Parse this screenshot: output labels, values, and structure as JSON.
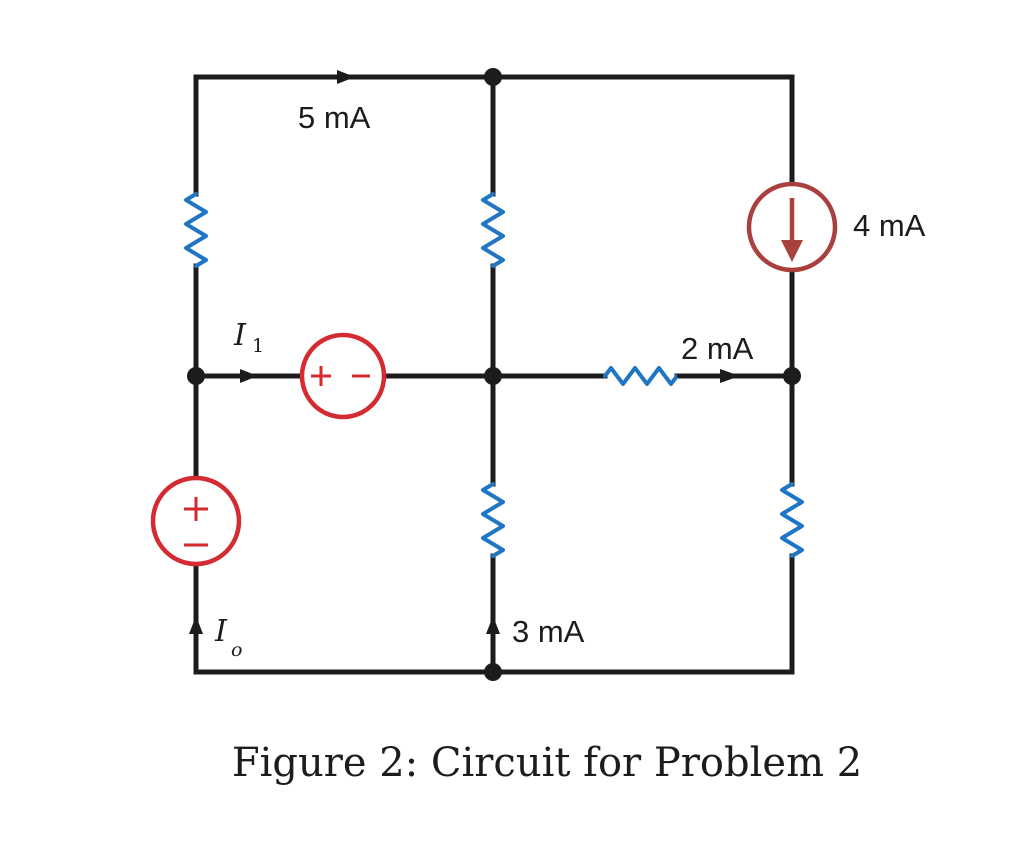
{
  "diagram": {
    "labels": {
      "top_current": "5 mA",
      "current_source": "4 mA",
      "middle_right_current": "2 mA",
      "bottom_middle_current": "3 mA",
      "i1_symbol": "I",
      "i1_subscript": "1",
      "io_symbol": "I",
      "io_subscript": "o"
    },
    "colors": {
      "wire": "#1c1c1c",
      "resistor": "#1f77c4",
      "voltage_source": "#d42a32",
      "current_source": "#a8403e"
    }
  },
  "caption": "Figure 2: Circuit for Problem 2"
}
